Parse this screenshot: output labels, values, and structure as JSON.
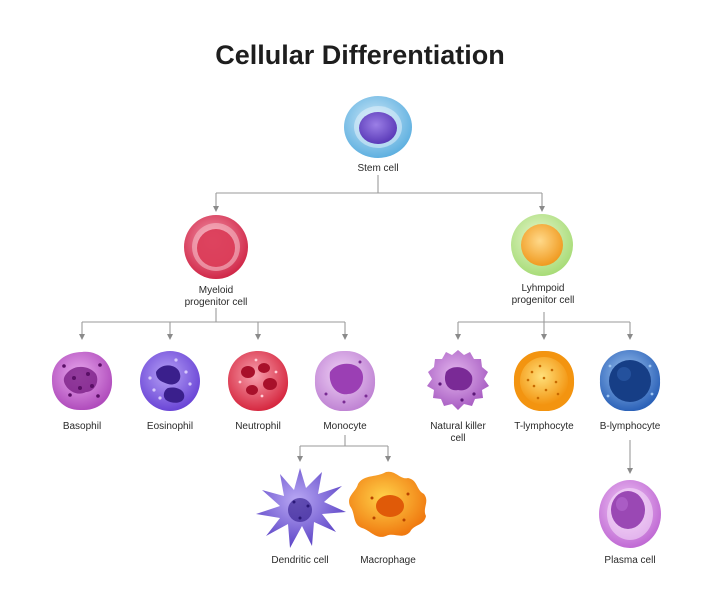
{
  "title": "Cellular Differentiation",
  "cells": {
    "stem": "Stem cell",
    "myeloid": "Myeloid\nprogenitor cell",
    "lymphoid": "Lyhmpoid\nprogenitor cell",
    "basophil": "Basophil",
    "eosinophil": "Eosinophil",
    "neutrophil": "Neutrophil",
    "monocyte": "Monocyte",
    "nk": "Natural killer\ncell",
    "t_lymphocyte": "T-lymphocyte",
    "b_lymphocyte": "B-lymphocyte",
    "dendritic": "Dendritic cell",
    "macrophage": "Macrophage",
    "plasma": "Plasma cell"
  },
  "colors": {
    "stem": "#5fb0e0",
    "myeloid": "#e0405a",
    "lymphoid": "#f5b13a",
    "basophil": "#b84fc0",
    "eosinophil": "#7a55e0",
    "neutrophil": "#e0304a",
    "monocyte": "#c98ad8",
    "nk": "#b466c8",
    "t_lymphocyte": "#f7a21a",
    "b_lymphocyte": "#3f7fd0",
    "dendritic": "#7a62d8",
    "macrophage": "#f39a1e",
    "plasma": "#c36ad6"
  }
}
